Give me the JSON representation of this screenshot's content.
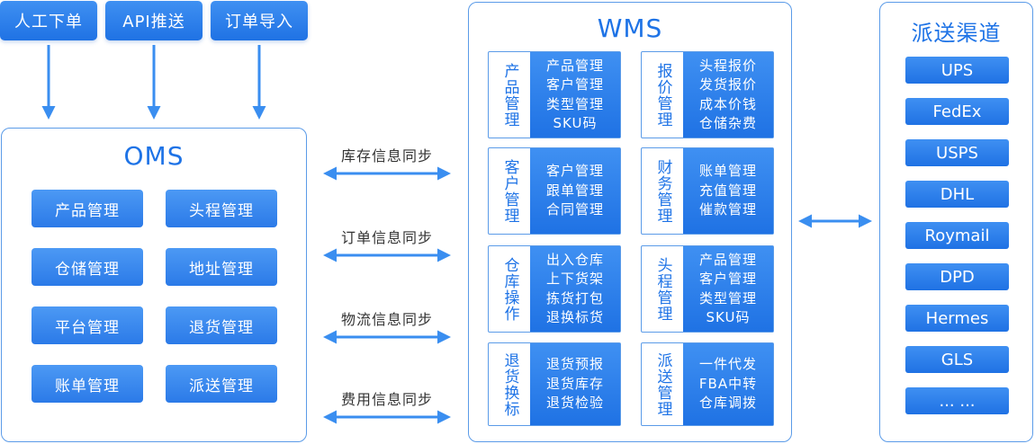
{
  "inputs": [
    "人工下单",
    "API推送",
    "订单导入"
  ],
  "oms": {
    "title": "OMS",
    "modules": [
      "产品管理",
      "头程管理",
      "仓储管理",
      "地址管理",
      "平台管理",
      "退货管理",
      "账单管理",
      "派送管理"
    ]
  },
  "sync": [
    "库存信息同步",
    "订单信息同步",
    "物流信息同步",
    "费用信息同步"
  ],
  "wms": {
    "title": "WMS",
    "blocks": [
      {
        "label": "产品管理",
        "items": [
          "产品管理",
          "客户管理",
          "类型管理",
          "SKU码"
        ]
      },
      {
        "label": "报价管理",
        "items": [
          "头程报价",
          "发货报价",
          "成本价钱",
          "仓储杂费"
        ]
      },
      {
        "label": "客户管理",
        "items": [
          "客户管理",
          "跟单管理",
          "合同管理"
        ]
      },
      {
        "label": "财务管理",
        "items": [
          "账单管理",
          "充值管理",
          "催款管理"
        ]
      },
      {
        "label": "仓库操作",
        "items": [
          "出入仓库",
          "上下货架",
          "拣货打包",
          "退换标货"
        ]
      },
      {
        "label": "头程管理",
        "items": [
          "产品管理",
          "客户管理",
          "类型管理",
          "SKU码"
        ]
      },
      {
        "label": "退货换标",
        "items": [
          "退货预报",
          "退货库存",
          "退货检验"
        ]
      },
      {
        "label": "派送管理",
        "items": [
          "一件代发",
          "FBA中转",
          "仓库调拨"
        ]
      }
    ]
  },
  "channels": {
    "title": "派送渠道",
    "items": [
      "UPS",
      "FedEx",
      "USPS",
      "DHL",
      "Roymail",
      "DPD",
      "Hermes",
      "GLS",
      "... ..."
    ]
  },
  "colors": {
    "accent": "#1e73e6",
    "arrow": "#3a8ef0",
    "border": "#5b9be8"
  }
}
